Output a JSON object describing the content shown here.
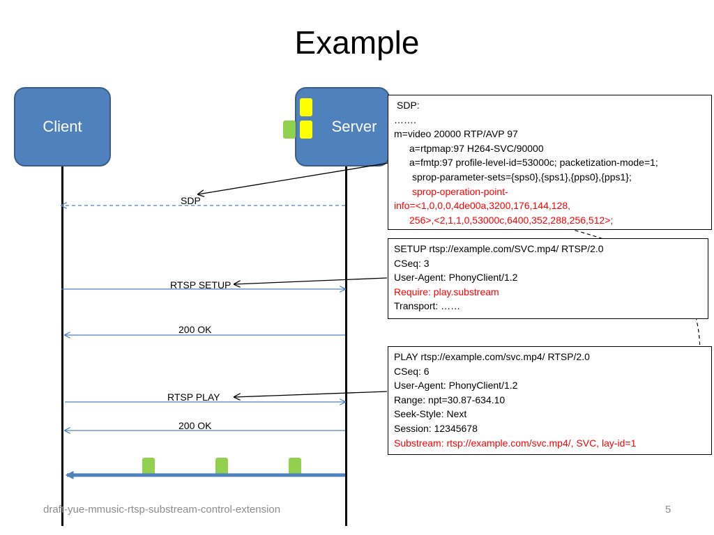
{
  "title": "Example",
  "actors": {
    "client": "Client",
    "server": "Server"
  },
  "messages": {
    "sdp": "SDP",
    "setup": "RTSP SETUP",
    "ok1": "200 OK",
    "play": "RTSP PLAY",
    "ok2": "200 OK"
  },
  "sdp_box": {
    "lines": [
      {
        "text": "SDP:",
        "indent": 4,
        "red": false
      },
      {
        "text": "…….",
        "indent": 0,
        "red": false
      },
      {
        "text": "m=video 20000 RTP/AVP 97",
        "indent": 0,
        "red": false
      },
      {
        "text": "a=rtpmap:97 H264-SVC/90000",
        "indent": 22,
        "red": false
      },
      {
        "text": "a=fmtp:97 profile-level-id=53000c; packetization-mode=1;",
        "indent": 22,
        "red": false
      },
      {
        "text": "sprop-parameter-sets={sps0},{sps1},{pps0},{pps1};",
        "indent": 26,
        "red": false
      },
      {
        "text": "sprop-operation-point-",
        "indent": 26,
        "red": true
      },
      {
        "text": "info=<1,0,0,0,4de00a,3200,176,144,128,",
        "indent": 0,
        "red": true
      },
      {
        "text": "256>,<2,1,1,0,53000c,6400,352,288,256,512>;",
        "indent": 22,
        "red": true
      }
    ]
  },
  "setup_box": {
    "lines": [
      {
        "text": "SETUP rtsp://example.com/SVC.mp4/ RTSP/2.0",
        "red": false
      },
      {
        "text": "CSeq: 3",
        "red": false
      },
      {
        "text": "User-Agent: PhonyClient/1.2",
        "red": false
      },
      {
        "text": "Require: play.substream",
        "red": true
      },
      {
        "text": "Transport: ……",
        "red": false
      }
    ]
  },
  "play_box": {
    "lines": [
      {
        "text": "PLAY rtsp://example.com/svc.mp4/ RTSP/2.0",
        "red": false
      },
      {
        "text": "CSeq: 6",
        "red": false
      },
      {
        "text": "User-Agent: PhonyClient/1.2",
        "red": false
      },
      {
        "text": "Range: npt=30.87-634.10",
        "red": false
      },
      {
        "text": "Seek-Style: Next",
        "red": false
      },
      {
        "text": "Session: 12345678",
        "red": false
      },
      {
        "text": "Substream: rtsp://example.com/svc.mp4/, SVC, lay-id=1",
        "red": true
      }
    ]
  },
  "footer": "draft-yue-mmusic-rtsp-substream-control-extension",
  "page_number": "5",
  "colors": {
    "actor_fill": "#4f81bd",
    "actor_border": "#385d8a",
    "layer_yellow": "#ffff00",
    "layer_green": "#92d050",
    "message_arrow": "#4f81bd",
    "highlight_text": "#ff0000",
    "footer_text": "#8c8c8c"
  }
}
